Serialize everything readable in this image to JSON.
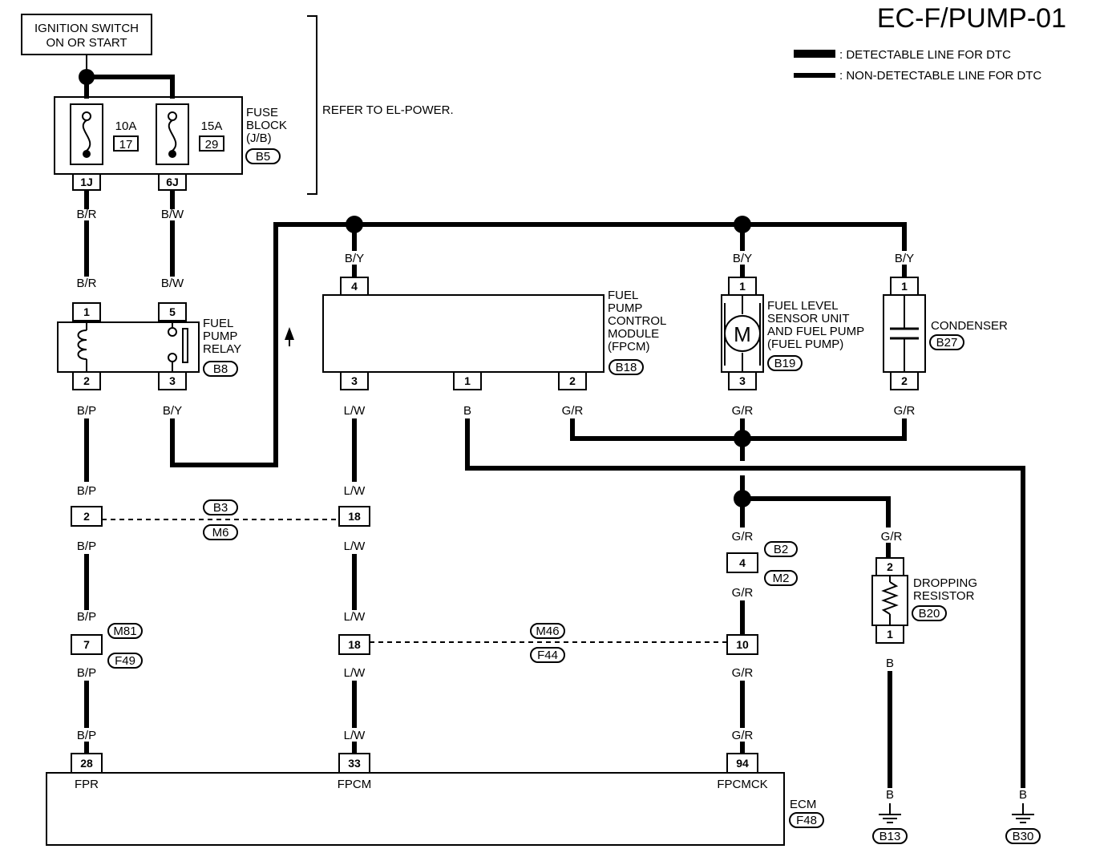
{
  "header": {
    "title": "EC-F/PUMP-01",
    "legend": [
      {
        "style": "thick",
        "label": ": DETECTABLE LINE FOR DTC"
      },
      {
        "style": "normal",
        "label": ": NON-DETECTABLE LINE FOR DTC"
      }
    ]
  },
  "source": {
    "line1": "IGNITION SWITCH",
    "line2": "ON OR START"
  },
  "fuse_block": {
    "name_lines": [
      "FUSE",
      "BLOCK",
      "(J/B)"
    ],
    "connector": "B5",
    "refer": "REFER TO EL-POWER.",
    "fuses": [
      {
        "amps": "10A",
        "number": "17",
        "terminal": "1J"
      },
      {
        "amps": "15A",
        "number": "29",
        "terminal": "6J"
      }
    ]
  },
  "relay": {
    "name_lines": [
      "FUEL",
      "PUMP",
      "RELAY"
    ],
    "connector": "B8",
    "pins": {
      "coil_top": "1",
      "coil_bottom": "2",
      "switch_top": "5",
      "switch_bottom": "3"
    }
  },
  "fpcm": {
    "name_lines": [
      "FUEL",
      "PUMP",
      "CONTROL",
      "MODULE",
      "(FPCM)"
    ],
    "connector": "B18",
    "pins": {
      "top": "4",
      "left": "3",
      "middle": "1",
      "right": "2"
    }
  },
  "pump": {
    "name_lines": [
      "FUEL LEVEL",
      "SENSOR UNIT",
      "AND FUEL PUMP",
      "(FUEL PUMP)"
    ],
    "connector": "B19",
    "motor_symbol": "M",
    "pins": {
      "top": "1",
      "bottom": "3"
    }
  },
  "condenser": {
    "name": "CONDENSER",
    "connector": "B27",
    "pins": {
      "top": "1",
      "bottom": "2"
    }
  },
  "resistor": {
    "name_lines": [
      "DROPPING",
      "RESISTOR"
    ],
    "connector": "B20",
    "pins": {
      "top": "2",
      "bottom": "1"
    }
  },
  "wire_colors": {
    "br": "B/R",
    "bw": "B/W",
    "bp": "B/P",
    "by": "B/Y",
    "lw": "L/W",
    "b": "B",
    "gr": "G/R"
  },
  "connectors": {
    "b3": "B3",
    "m6": "M6",
    "m81": "M81",
    "f49": "F49",
    "m46": "M46",
    "f44": "F44",
    "b2": "B2",
    "m2": "M2"
  },
  "joints": {
    "j2": "2",
    "j18a": "18",
    "j7": "7",
    "j18b": "18",
    "j4": "4",
    "j10": "10"
  },
  "ecm": {
    "name": "ECM",
    "connector": "F48",
    "terminals": [
      {
        "number": "28",
        "name": "FPR"
      },
      {
        "number": "33",
        "name": "FPCM"
      },
      {
        "number": "94",
        "name": "FPCMCK"
      }
    ]
  },
  "grounds": [
    {
      "connector": "B13"
    },
    {
      "connector": "B30"
    }
  ]
}
